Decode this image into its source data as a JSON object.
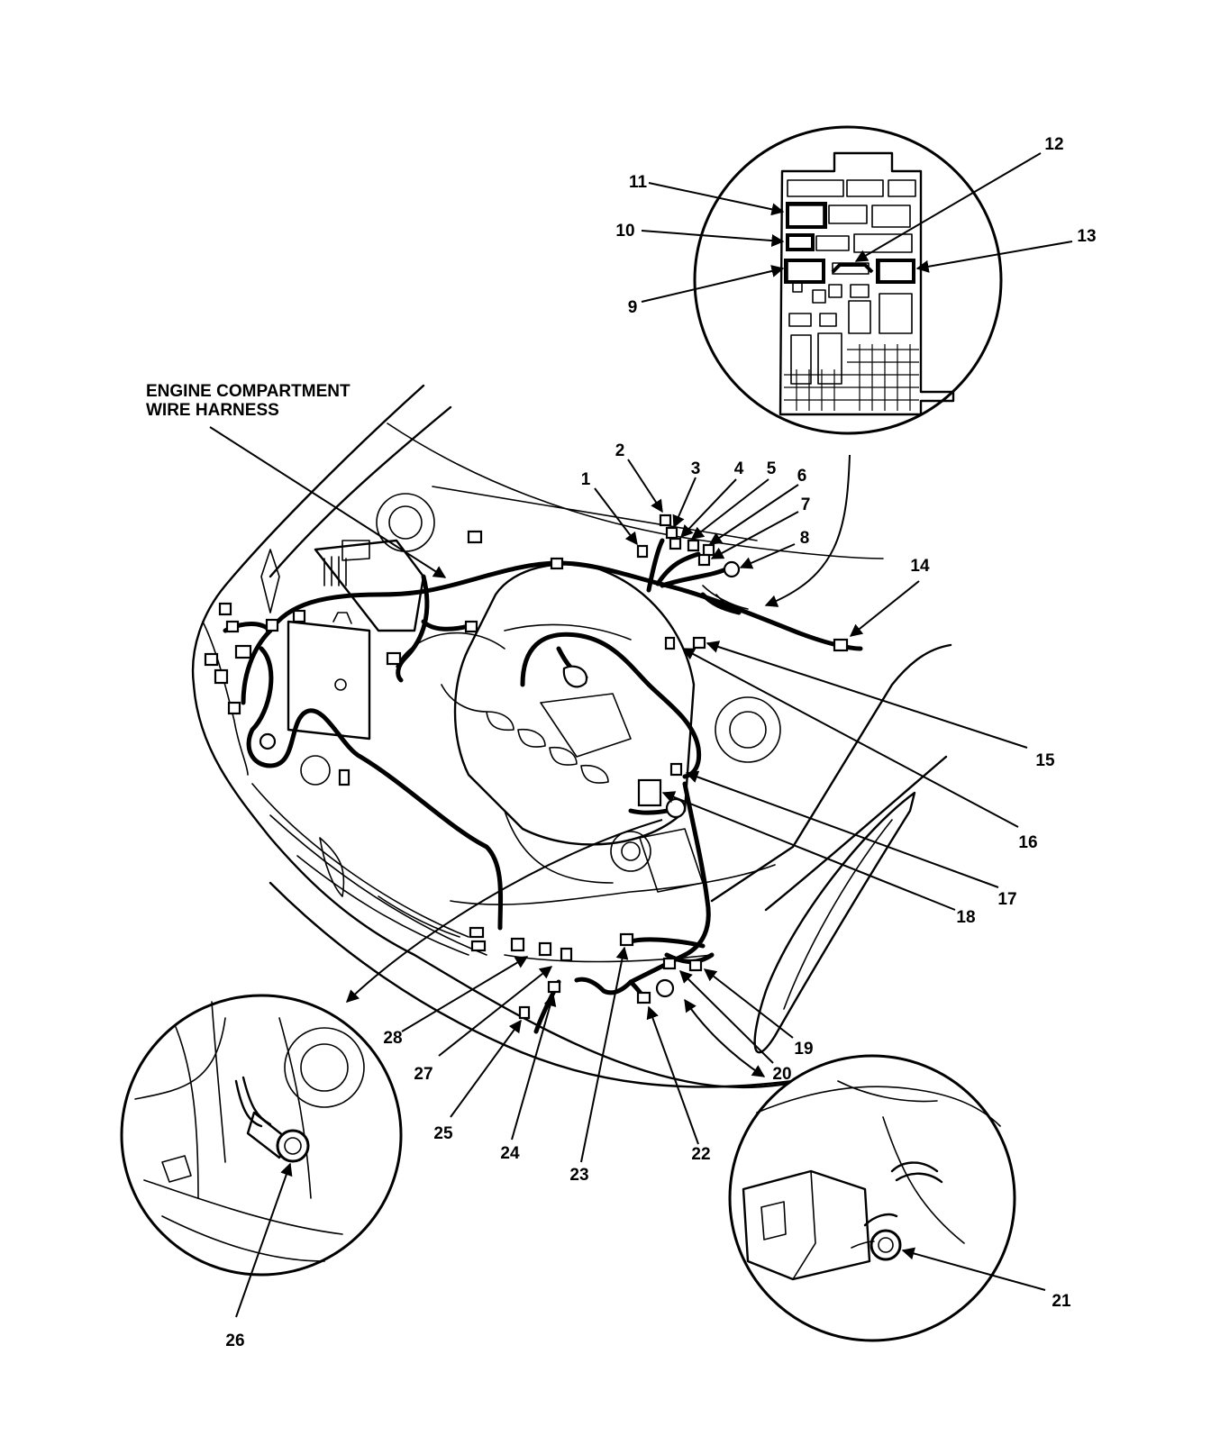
{
  "diagram": {
    "title_line1": "ENGINE COMPARTMENT",
    "title_line2": "WIRE HARNESS",
    "callouts": [
      "1",
      "2",
      "3",
      "4",
      "5",
      "6",
      "7",
      "8",
      "9",
      "10",
      "11",
      "12",
      "13",
      "14",
      "15",
      "16",
      "17",
      "18",
      "19",
      "20",
      "21",
      "22",
      "23",
      "24",
      "25",
      "26",
      "27",
      "28"
    ]
  }
}
